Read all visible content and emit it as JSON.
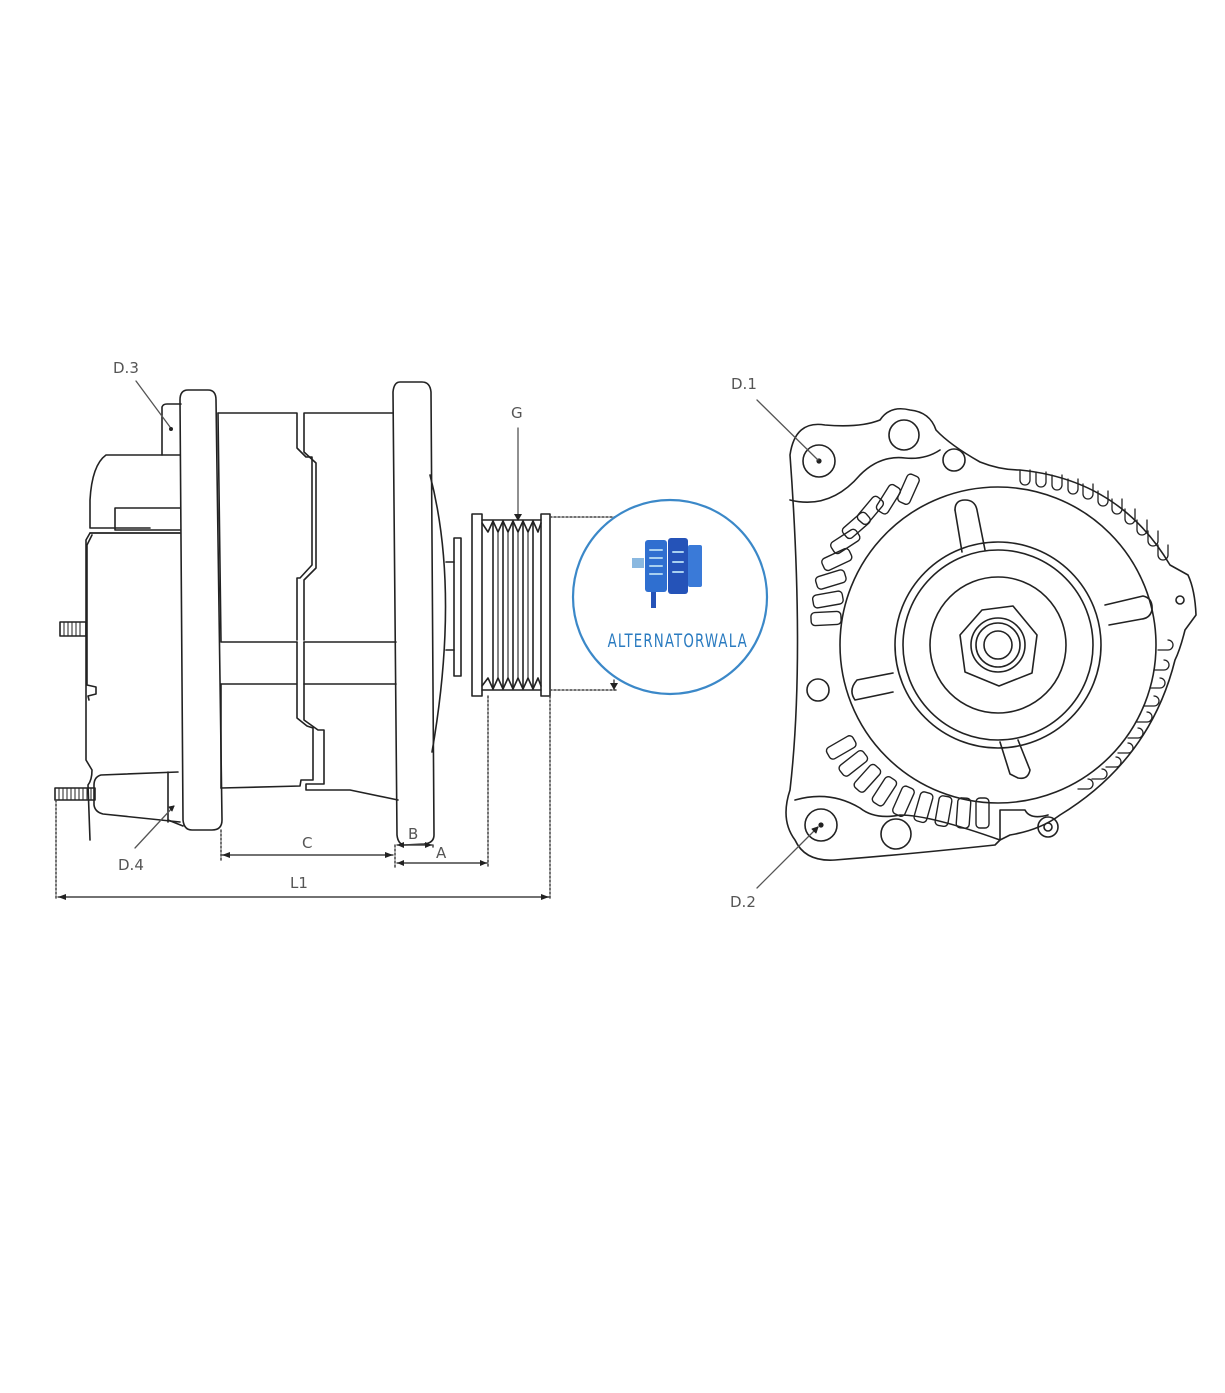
{
  "diagram": {
    "subject": "Alternator technical drawing",
    "views": [
      "side-view",
      "front-view"
    ],
    "line_color": "#222222",
    "label_color": "#555555"
  },
  "side_view": {
    "labels": {
      "d3": "D.3",
      "d4": "D.4",
      "g": "G",
      "c": "C",
      "b": "B",
      "a": "A",
      "l1": "L1"
    }
  },
  "front_view": {
    "labels": {
      "d1": "D.1",
      "d2": "D.2"
    }
  },
  "watermark": {
    "brand": "ALTERNATORWALA",
    "circle_color": "#3b88c8",
    "text_color": "#2a7bc0",
    "icon": "alternator-icon"
  }
}
